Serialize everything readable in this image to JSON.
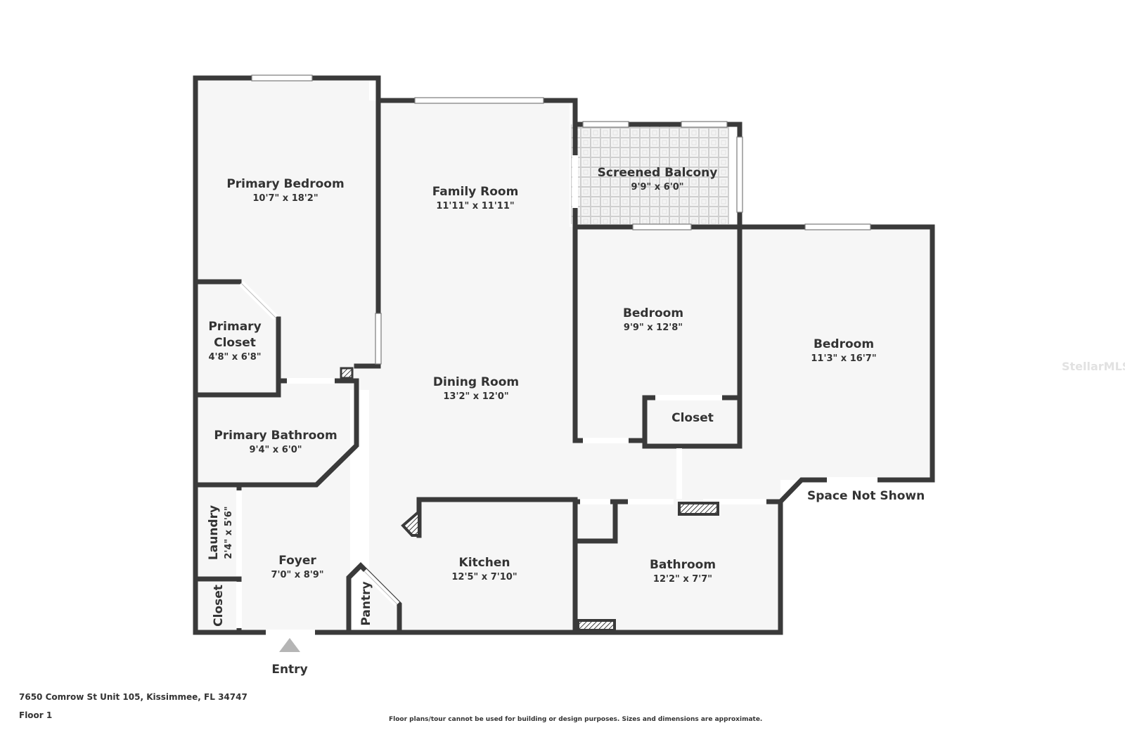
{
  "rooms": {
    "primary_bedroom": {
      "name": "Primary Bedroom",
      "dims": "10'7\" x 18'2\""
    },
    "family_room": {
      "name": "Family Room",
      "dims": "11'11\" x 11'11\""
    },
    "screened_balcony": {
      "name": "Screened Balcony",
      "dims": "9'9\" x 6'0\""
    },
    "primary_closet": {
      "name_line1": "Primary",
      "name_line2": "Closet",
      "dims": "4'8\" x 6'8\""
    },
    "dining_room": {
      "name": "Dining Room",
      "dims": "13'2\" x 12'0\""
    },
    "bedroom_2": {
      "name": "Bedroom",
      "dims": "9'9\" x 12'8\""
    },
    "bedroom_3": {
      "name": "Bedroom",
      "dims": "11'3\" x 16'7\""
    },
    "closet_bedroom": {
      "name": "Closet"
    },
    "primary_bathroom": {
      "name": "Primary Bathroom",
      "dims": "9'4\" x 6'0\""
    },
    "laundry": {
      "name": "Laundry",
      "dims": "2'4\" x 5'6\""
    },
    "foyer": {
      "name": "Foyer",
      "dims": "7'0\" x 8'9\""
    },
    "kitchen": {
      "name": "Kitchen",
      "dims": "12'5\" x 7'10\""
    },
    "bathroom": {
      "name": "Bathroom",
      "dims": "12'2\" x 7'7\""
    },
    "pantry": {
      "name": "Pantry"
    },
    "closet_foyer": {
      "name": "Closet"
    }
  },
  "labels": {
    "space_not_shown": "Space Not Shown",
    "entry": "Entry"
  },
  "footer": {
    "address": "7650 Comrow St Unit 105, Kissimmee, FL 34747",
    "floor": "Floor 1",
    "disclaimer": "Floor plans/tour cannot be used for building or design purposes. Sizes and dimensions are approximate."
  },
  "watermark": "StellarMLS",
  "colors": {
    "wall": "#3a3a3a",
    "floor": "#f6f6f6",
    "text": "#333333"
  }
}
